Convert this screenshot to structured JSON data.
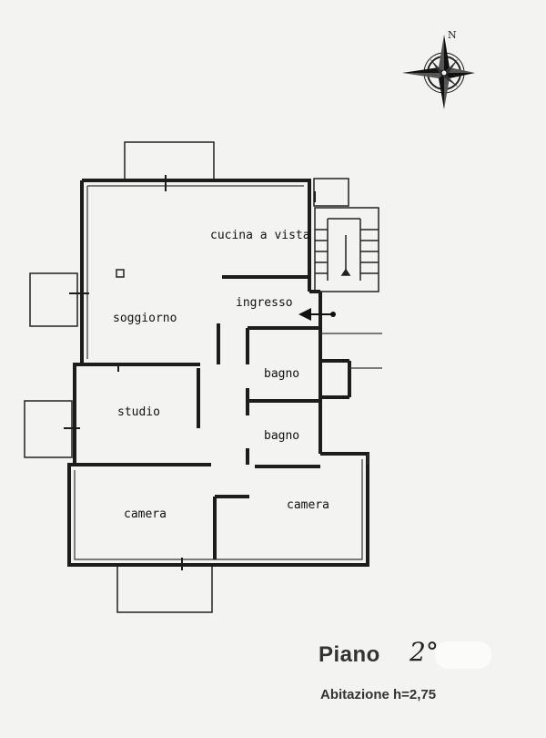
{
  "compass": {
    "north_label": "N",
    "icon": "compass-rose-icon"
  },
  "rooms": {
    "cucina": "cucina a vista",
    "ingresso": "ingresso",
    "soggiorno": "soggiorno",
    "studio": "studio",
    "bagno_1": "bagno",
    "bagno_2": "bagno",
    "camera_1": "camera",
    "camera_2": "camera"
  },
  "caption": {
    "title": "Piano",
    "floor": "2°",
    "subtitle": "Abitazione h=2,75"
  },
  "colors": {
    "wall": "#1c1c1c",
    "background": "#f3f3f1"
  }
}
